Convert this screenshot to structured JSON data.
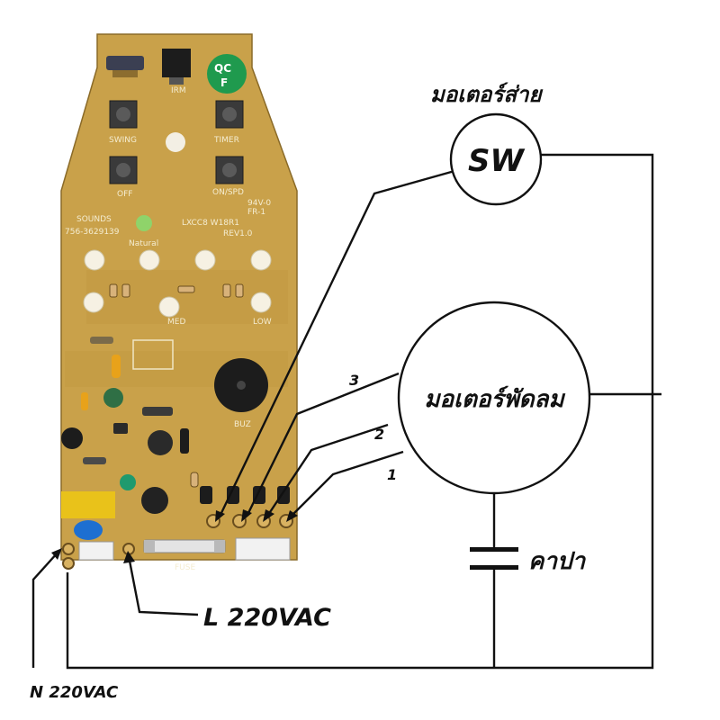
{
  "labels": {
    "swing_motor": "มอเตอร์ส่าย",
    "sw": "SW",
    "fan_motor": "มอเตอร์พัดลม",
    "capacitor": "คาปา",
    "live": "L  220VAC",
    "neutral": "N  220VAC",
    "speed_1": "1",
    "speed_2": "2",
    "speed_3": "3"
  },
  "pcb": {
    "model": "LXCC8 W18R1",
    "revision": "REV1.0",
    "sounds": "SOUNDS",
    "part_no": "756-3629139",
    "natural": "Natural",
    "swing_btn": "SWING",
    "timer_btn": "TIMER",
    "off_btn": "OFF",
    "onspd_btn": "ON/SPD",
    "ir": "IRM",
    "qc": "QC",
    "qc_f": "F",
    "buzzer": "BUZ",
    "fuse": "FUSE",
    "low": "LOW",
    "med": "MED",
    "cert1": "94V-0",
    "cert2": "FR-1"
  },
  "colors": {
    "pcb": "#c9a14a",
    "pcb_dark": "#a37f32",
    "ink": "#111111",
    "qc_badge": "#1f9a4e",
    "fuse_cap_yellow": "#e9c21a",
    "blue_cap": "#1d6fd1"
  }
}
